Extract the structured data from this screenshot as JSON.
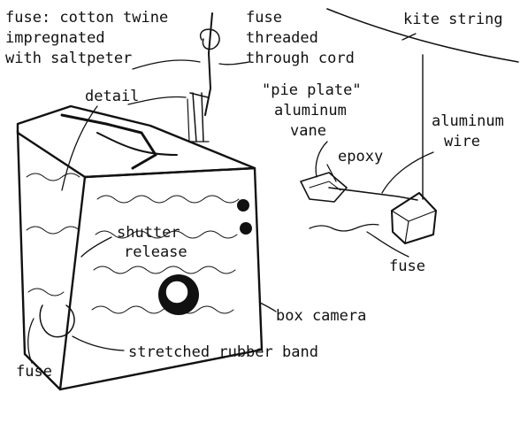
{
  "labels": {
    "fuse_desc_line1": "fuse: cotton twine",
    "fuse_desc_line2": "impregnated",
    "fuse_desc_line3": "with saltpeter",
    "fuse_threaded_line1": "fuse",
    "fuse_threaded_line2": "threaded",
    "fuse_threaded_line3": "through cord",
    "kite_string": "kite string",
    "detail": "detail",
    "pie_plate_line1": "\"pie plate\"",
    "pie_plate_line2": "aluminum",
    "pie_plate_line3": "vane",
    "aluminum_wire_line1": "aluminum",
    "aluminum_wire_line2": "wire",
    "epoxy": "epoxy",
    "shutter_line1": "shutter",
    "shutter_line2": "release",
    "fuse_right": "fuse",
    "box_camera": "box camera",
    "fuse_left": "fuse",
    "rubber_band": "stretched rubber band"
  },
  "colors": {
    "ink": "#111111",
    "paper": "#ffffff"
  }
}
